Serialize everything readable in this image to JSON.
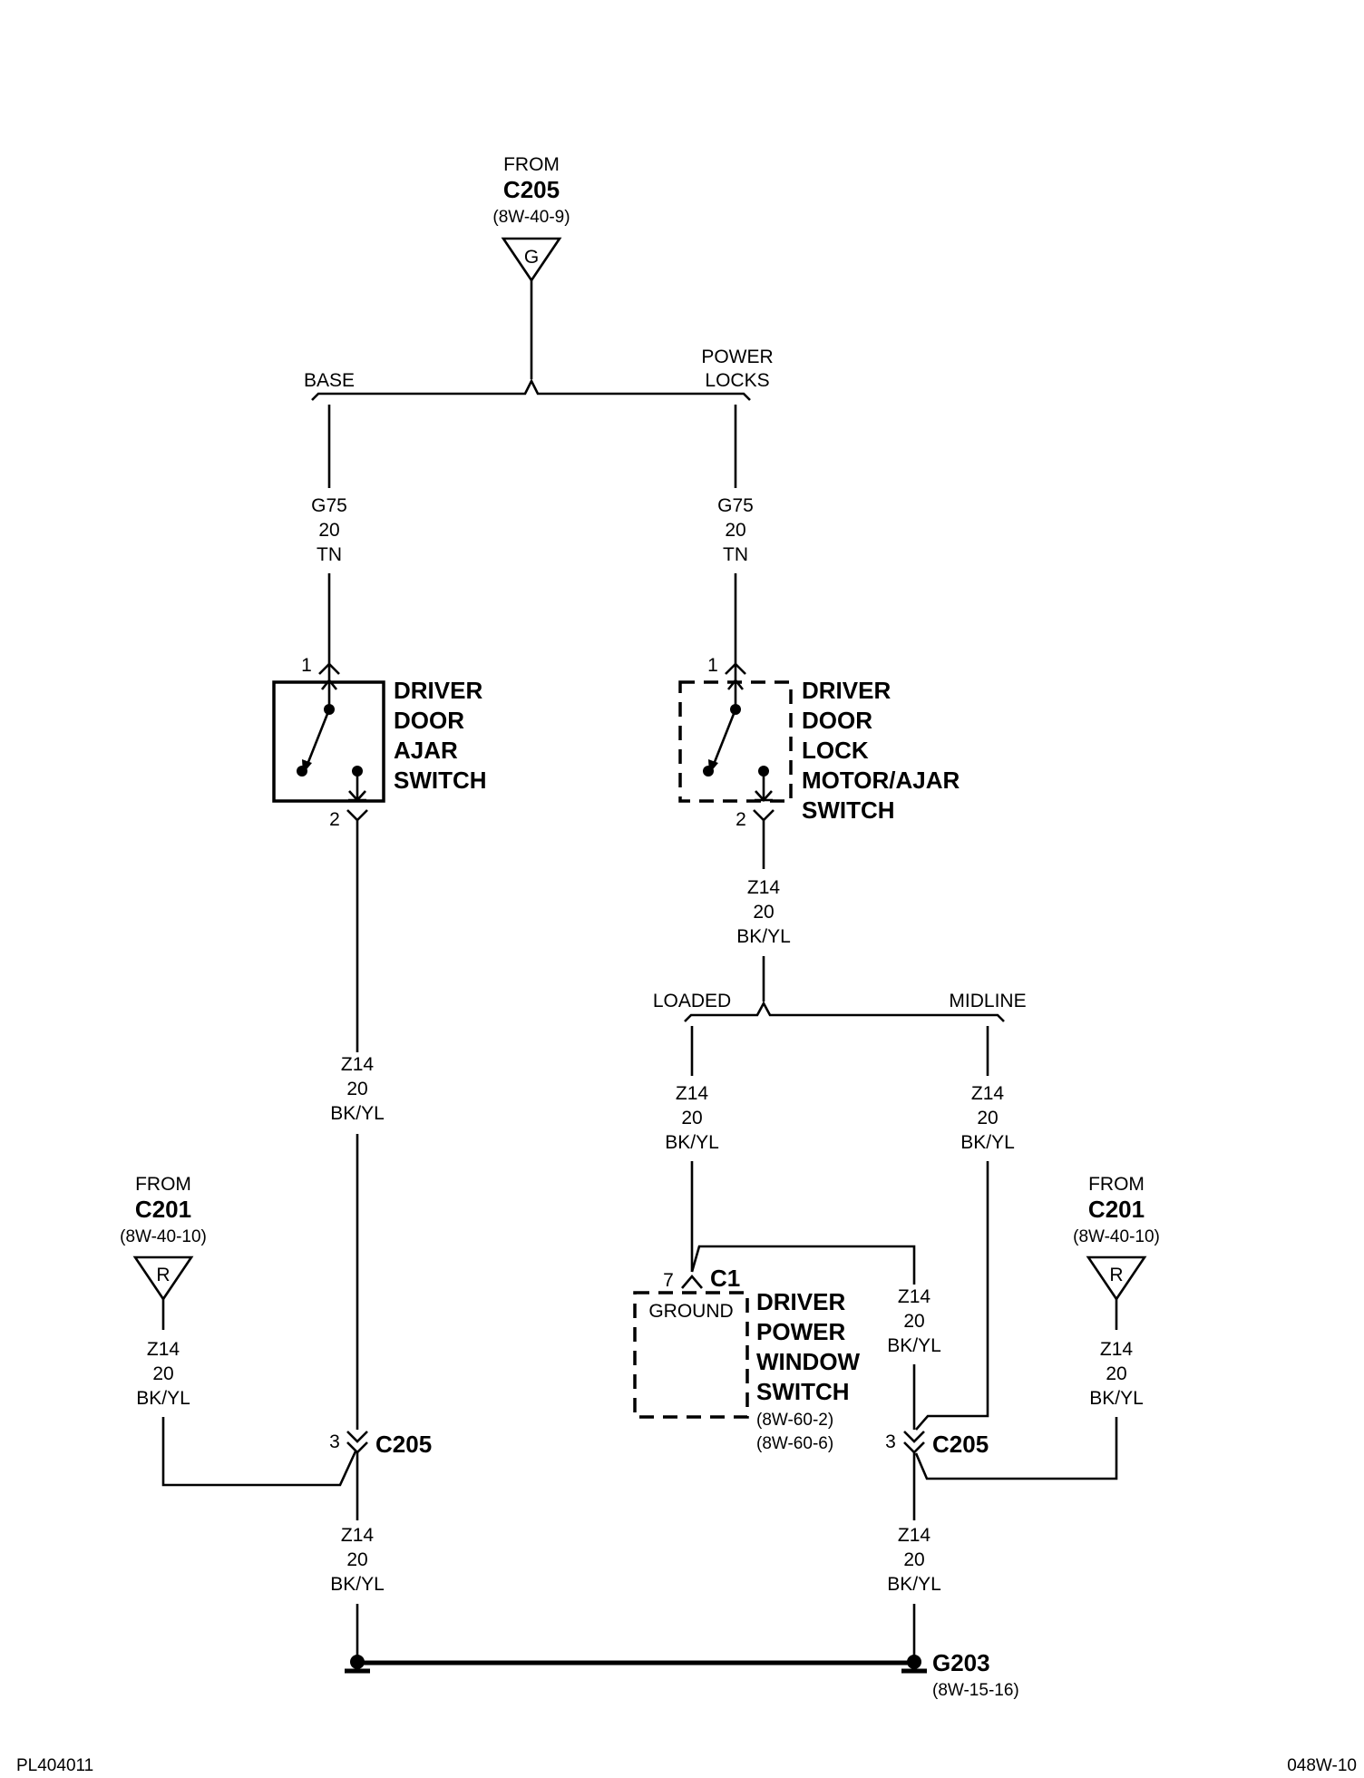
{
  "top_source": {
    "from": "FROM",
    "connector": "C205",
    "ref": "(8W-40-9)",
    "pin": "G"
  },
  "branch_top": {
    "left": "BASE",
    "right_line1": "POWER",
    "right_line2": "LOCKS"
  },
  "wire_g75_left": {
    "circuit": "G75",
    "gauge": "20",
    "color": "TN"
  },
  "wire_g75_right": {
    "circuit": "G75",
    "gauge": "20",
    "color": "TN"
  },
  "switch_left": {
    "pin_in": "1",
    "pin_out": "2",
    "label": [
      "DRIVER",
      "DOOR",
      "AJAR",
      "SWITCH"
    ]
  },
  "switch_right": {
    "pin_in": "1",
    "pin_out": "2",
    "label": [
      "DRIVER",
      "DOOR",
      "LOCK",
      "MOTOR/AJAR",
      "SWITCH"
    ]
  },
  "wire_z14_right_upper": {
    "circuit": "Z14",
    "gauge": "20",
    "color": "BK/YL"
  },
  "branch_mid": {
    "left": "LOADED",
    "right": "MIDLINE"
  },
  "wire_z14_left_long": {
    "circuit": "Z14",
    "gauge": "20",
    "color": "BK/YL"
  },
  "wire_z14_loaded": {
    "circuit": "Z14",
    "gauge": "20",
    "color": "BK/YL"
  },
  "wire_z14_midline": {
    "circuit": "Z14",
    "gauge": "20",
    "color": "BK/YL"
  },
  "wire_z14_c1_out": {
    "circuit": "Z14",
    "gauge": "20",
    "color": "BK/YL"
  },
  "source_left": {
    "from": "FROM",
    "connector": "C201",
    "ref": "(8W-40-10)",
    "pin": "R"
  },
  "source_right": {
    "from": "FROM",
    "connector": "C201",
    "ref": "(8W-40-10)",
    "pin": "R"
  },
  "wire_z14_src_left": {
    "circuit": "Z14",
    "gauge": "20",
    "color": "BK/YL"
  },
  "wire_z14_src_right": {
    "circuit": "Z14",
    "gauge": "20",
    "color": "BK/YL"
  },
  "window_switch": {
    "pin": "7",
    "connector": "C1",
    "ground_label": "GROUND",
    "label": [
      "DRIVER",
      "POWER",
      "WINDOW",
      "SWITCH"
    ],
    "refs": [
      "(8W-60-2)",
      "(8W-60-6)"
    ]
  },
  "splice_left": {
    "pin": "3",
    "connector": "C205"
  },
  "splice_right": {
    "pin": "3",
    "connector": "C205"
  },
  "wire_z14_bottom_left": {
    "circuit": "Z14",
    "gauge": "20",
    "color": "BK/YL"
  },
  "wire_z14_bottom_right": {
    "circuit": "Z14",
    "gauge": "20",
    "color": "BK/YL"
  },
  "ground": {
    "name": "G203",
    "ref": "(8W-15-16)"
  },
  "footer": {
    "left": "PL404011",
    "right": "048W-10"
  }
}
